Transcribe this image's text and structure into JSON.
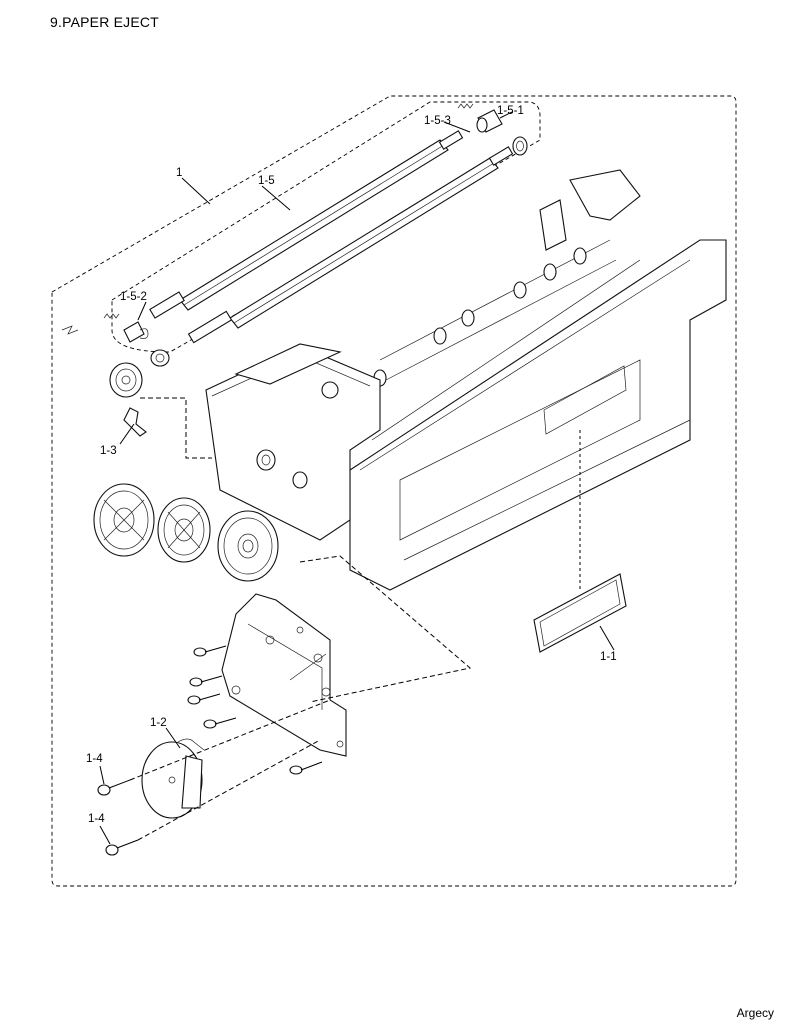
{
  "page": {
    "title": "9.PAPER EJECT",
    "footer": "Argecy"
  },
  "callouts": {
    "c1": "1",
    "c1_5": "1-5",
    "c1_5_1": "1-5-1",
    "c1_5_2": "1-5-2",
    "c1_5_3": "1-5-3",
    "c1_3": "1-3",
    "c1_1": "1-1",
    "c1_2": "1-2",
    "c1_4a": "1-4",
    "c1_4b": "1-4"
  }
}
